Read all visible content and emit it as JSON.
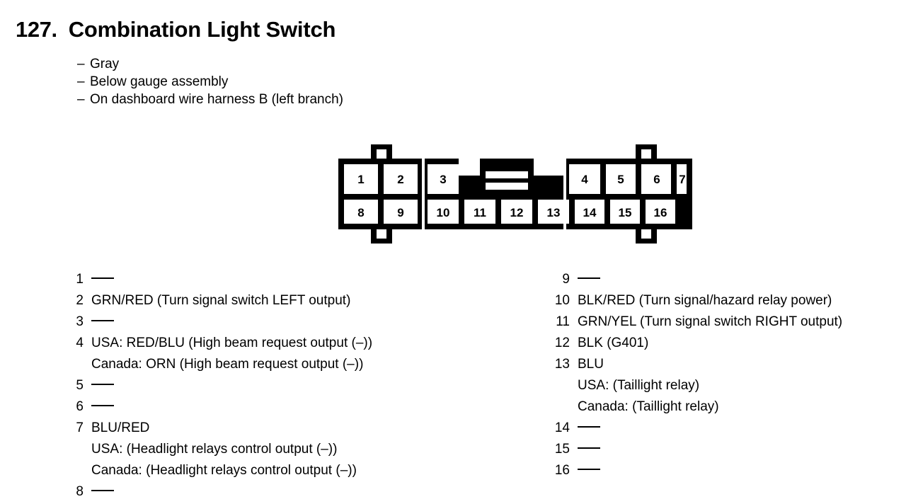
{
  "header": {
    "number": "127.",
    "title": "Combination Light Switch",
    "notes": [
      {
        "dash": "–",
        "text": "Gray"
      },
      {
        "dash": "–",
        "text": "Below gauge assembly"
      },
      {
        "dash": "–",
        "text": "On dashboard wire harness B (left branch)"
      }
    ]
  },
  "connector": {
    "name": "16-pin connector pinout diagram",
    "top_row_labels": [
      "1",
      "2",
      "3",
      "4",
      "5",
      "6",
      "7"
    ],
    "bottom_row_labels": [
      "8",
      "9",
      "10",
      "11",
      "12",
      "13",
      "14",
      "15",
      "16"
    ],
    "line_color": "#000000",
    "fill_color": "#ffffff"
  },
  "pins_left": [
    {
      "num": "1",
      "lines": [],
      "empty": true
    },
    {
      "num": "2",
      "lines": [
        "GRN/RED (Turn signal switch LEFT output)"
      ],
      "empty": false
    },
    {
      "num": "3",
      "lines": [],
      "empty": true
    },
    {
      "num": "4",
      "lines": [
        "USA: RED/BLU (High beam request output (–))",
        "Canada: ORN (High beam request output (–))"
      ],
      "empty": false
    },
    {
      "num": "5",
      "lines": [],
      "empty": true
    },
    {
      "num": "6",
      "lines": [],
      "empty": true
    },
    {
      "num": "7",
      "lines": [
        "BLU/RED",
        "USA: (Headlight relays control output (–))",
        "Canada: (Headlight relays control output (–))"
      ],
      "empty": false
    },
    {
      "num": "8",
      "lines": [],
      "empty": true
    }
  ],
  "pins_right": [
    {
      "num": "9",
      "lines": [],
      "empty": true
    },
    {
      "num": "10",
      "lines": [
        "BLK/RED (Turn signal/hazard relay power)"
      ],
      "empty": false
    },
    {
      "num": "11",
      "lines": [
        "GRN/YEL (Turn signal switch RIGHT output)"
      ],
      "empty": false
    },
    {
      "num": "12",
      "lines": [
        "BLK (G401)"
      ],
      "empty": false
    },
    {
      "num": "13",
      "lines": [
        "BLU",
        "USA: (Taillight relay)",
        "Canada: (Taillight relay)"
      ],
      "empty": false
    },
    {
      "num": "14",
      "lines": [],
      "empty": true
    },
    {
      "num": "15",
      "lines": [],
      "empty": true
    },
    {
      "num": "16",
      "lines": [],
      "empty": true
    }
  ]
}
